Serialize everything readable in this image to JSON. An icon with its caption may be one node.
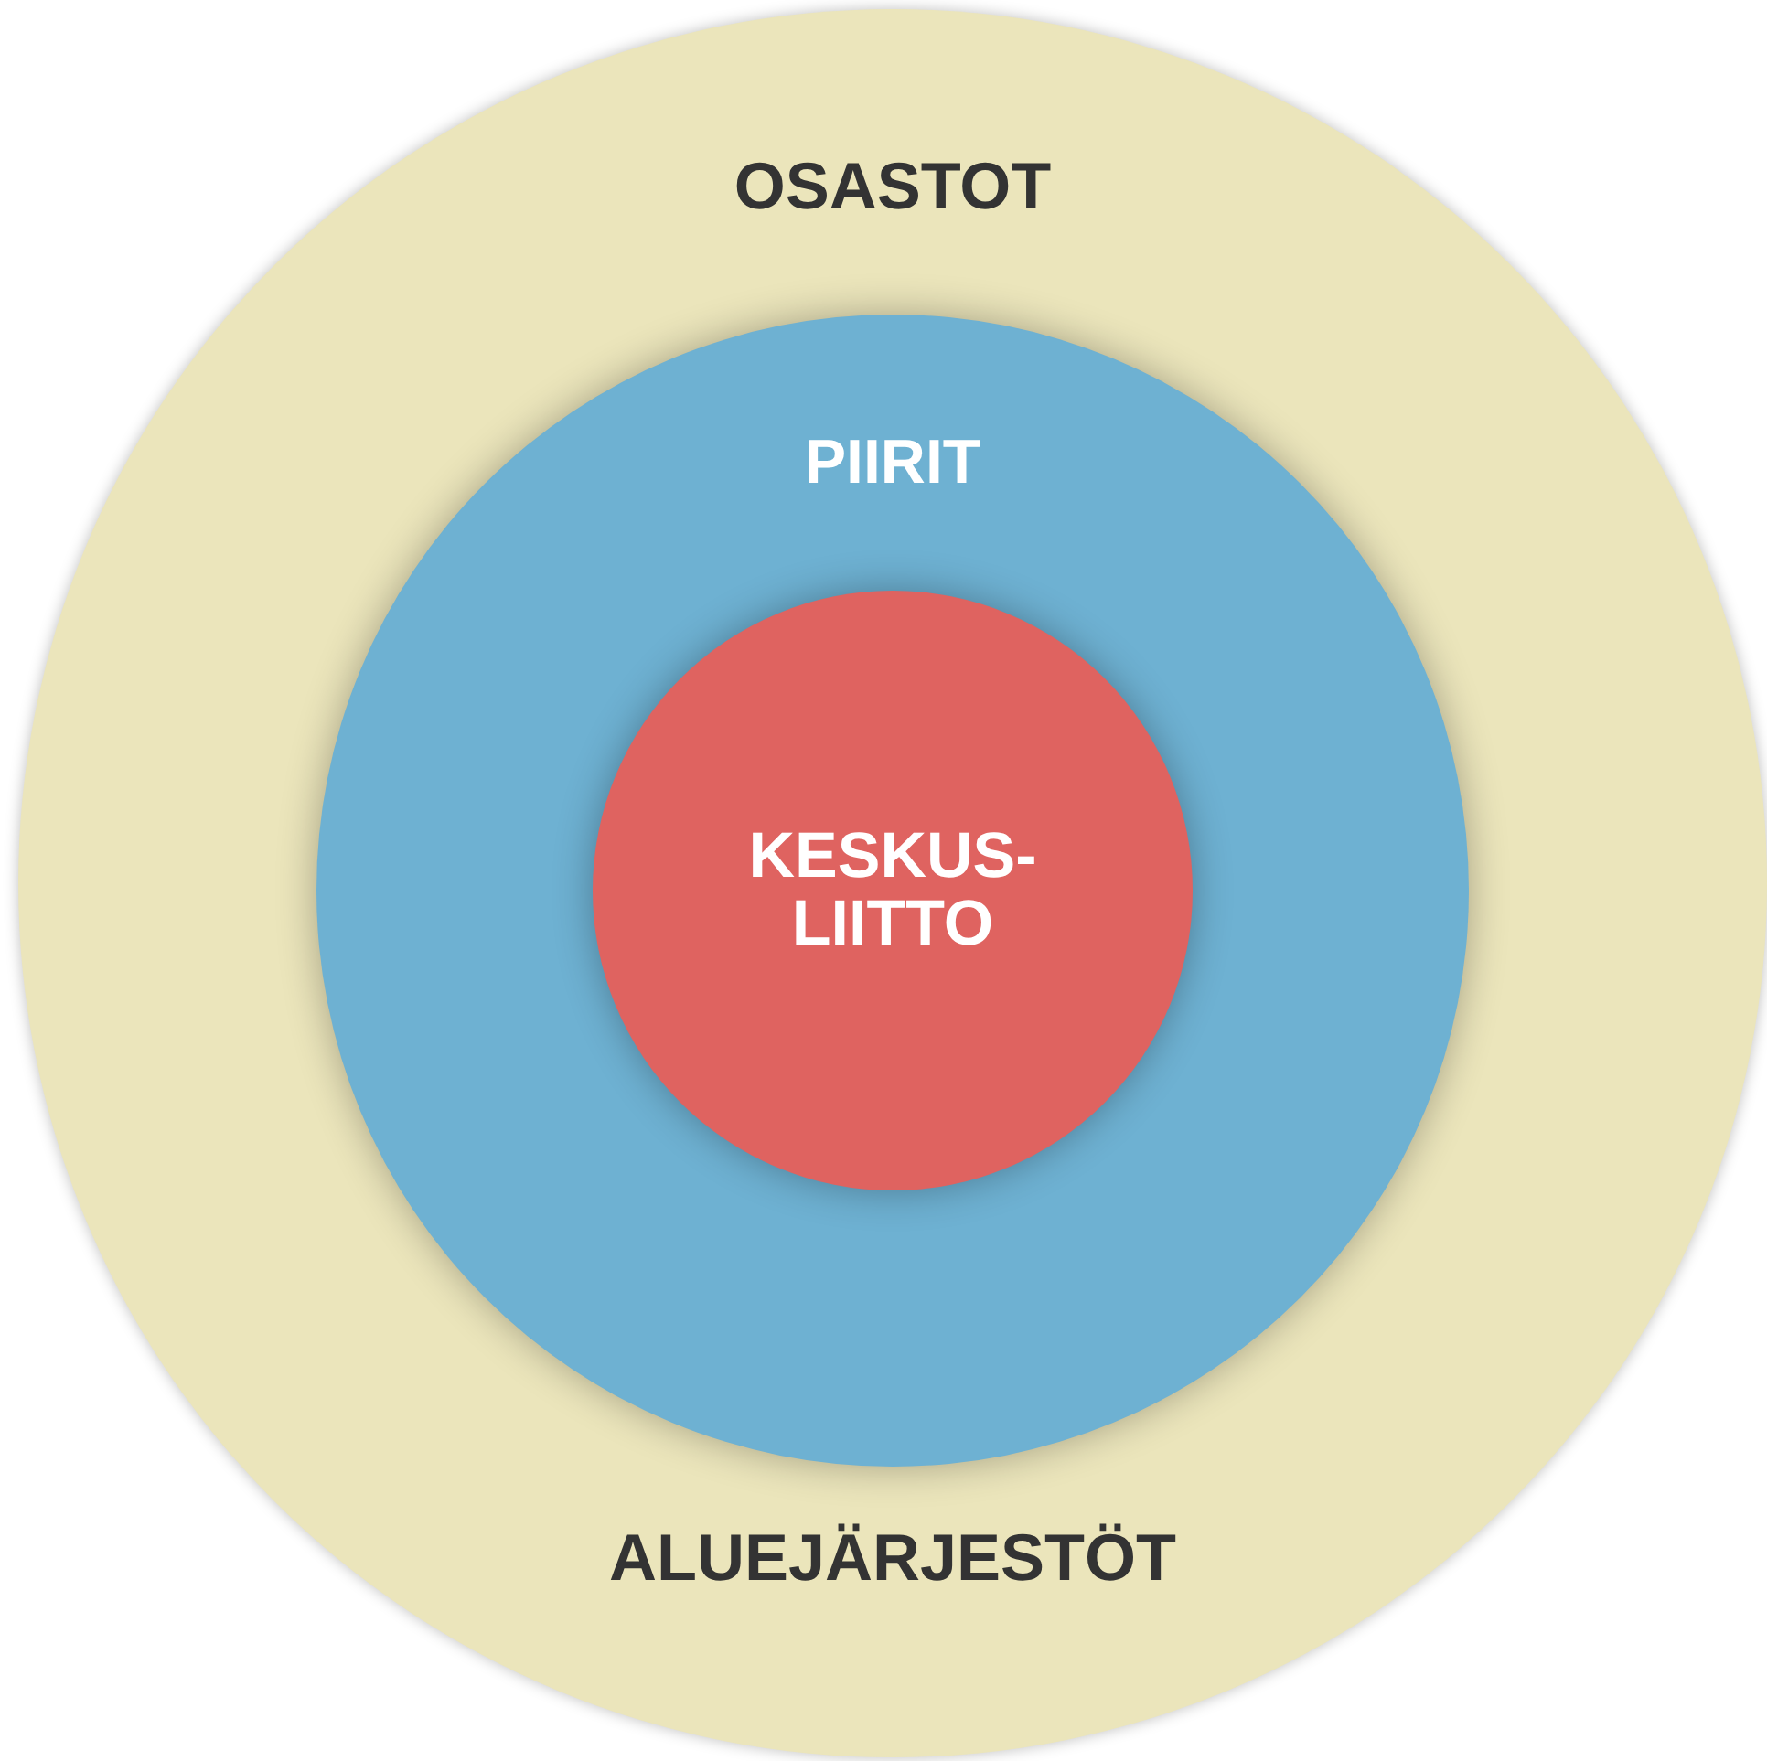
{
  "diagram": {
    "nodes": [
      {
        "text": [
          "OSASTOT",
          "ALUEJÄRJESTÖT"
        ]
      },
      {
        "text": [
          "PIIRIT"
        ],
        "in": 0
      },
      {
        "text": [
          "KESKUS- LIITTO"
        ],
        "in": 1
      }
    ]
  }
}
